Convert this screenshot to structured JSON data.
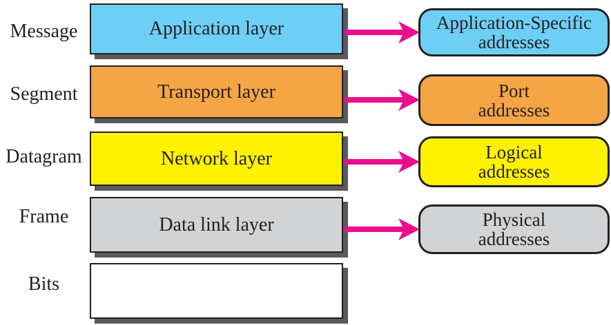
{
  "colors": {
    "cyan": "#6DCFF6",
    "orange": "#F6A545",
    "yellow": "#FFF200",
    "gray": "#D1D3D4",
    "white": "#FFFFFF",
    "arrow_magenta": "#EC0D8E",
    "shadow_gray": "#58595B",
    "ink": "#231F20"
  },
  "rows": [
    {
      "unit": "Message",
      "layer": "Application layer",
      "fill": "#6DCFF6",
      "address": {
        "line1": "Application-Specific",
        "line2": "addresses"
      }
    },
    {
      "unit": "Segment",
      "layer": "Transport layer",
      "fill": "#F6A545",
      "address": {
        "line1": "Port",
        "line2": "addresses"
      }
    },
    {
      "unit": "Datagram",
      "layer": "Network layer",
      "fill": "#FFF200",
      "address": {
        "line1": "Logical",
        "line2": "addresses"
      }
    },
    {
      "unit": "Frame",
      "layer": "Data link layer",
      "fill": "#D1D3D4",
      "address": {
        "line1": "Physical",
        "line2": "addresses"
      }
    },
    {
      "unit": "Bits",
      "layer": "",
      "fill": "#FFFFFF"
    }
  ]
}
